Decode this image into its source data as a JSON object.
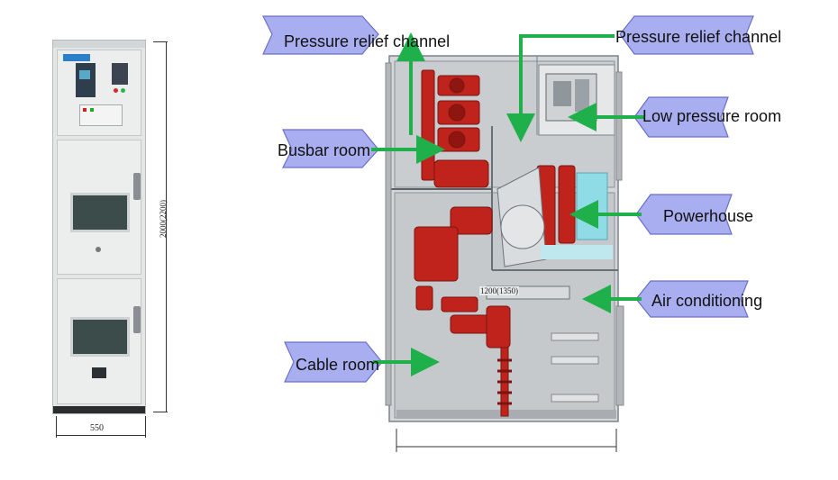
{
  "photo": {
    "height_dim": "2000(2200)",
    "width_dim": "550"
  },
  "diagram": {
    "depth_dim": "1200(1350)",
    "labels": {
      "pressure_relief_left": "Pressure relief channel",
      "pressure_relief_right": "Pressure relief channel",
      "low_pressure_room": "Low pressure room",
      "busbar_room": "Busbar room",
      "powerhouse": "Powerhouse",
      "air_conditioning": "Air conditioning",
      "cable_room": "Cable room"
    }
  },
  "colors": {
    "arrow": "#1fb04b",
    "callout_fill": "#a9aef0",
    "callout_edge": "#6a70c8",
    "component_red": "#c0231c",
    "panel_gray": "#c9cdd0"
  }
}
